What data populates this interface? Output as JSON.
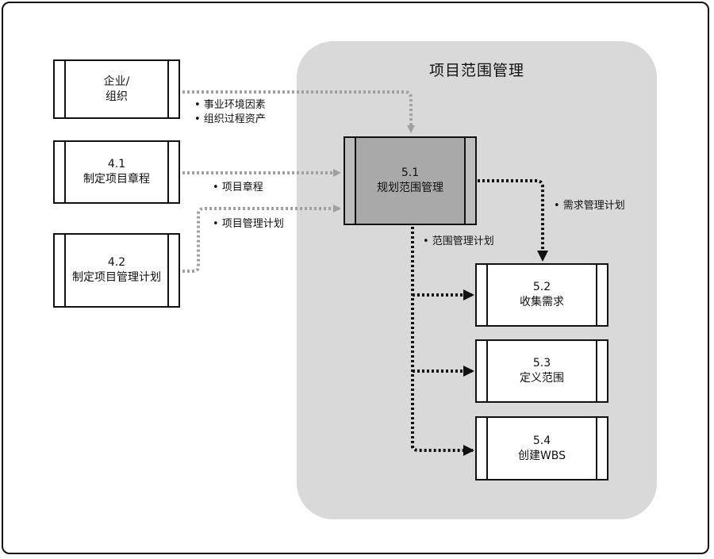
{
  "diagram": {
    "region_title": "项目范围管理",
    "inputs": [
      {
        "id": "org",
        "number": "",
        "title": "企业/\n组织"
      },
      {
        "id": "p41",
        "number": "4.1",
        "title": "制定项目章程"
      },
      {
        "id": "p42",
        "number": "4.2",
        "title": "制定项目管理计划"
      }
    ],
    "main_process": {
      "number": "5.1",
      "title": "规划范围管理"
    },
    "outputs": [
      {
        "number": "5.2",
        "title": "收集需求"
      },
      {
        "number": "5.3",
        "title": "定义范围"
      },
      {
        "number": "5.4",
        "title": "创建WBS"
      }
    ],
    "flow_labels": {
      "org_to_51_line1": "• 事业环境因素",
      "org_to_51_line2": "• 组织过程资产",
      "p41_to_51": "• 项目章程",
      "p42_to_51": "• 项目管理计划",
      "p51_to_52": "• 需求管理计划",
      "p51_to_outputs": "• 范围管理计划"
    },
    "colors": {
      "input_flow": "#a0a0a0",
      "output_flow": "#111111",
      "region": "#d9d9d9",
      "active_process": "#a9a9a9"
    }
  }
}
